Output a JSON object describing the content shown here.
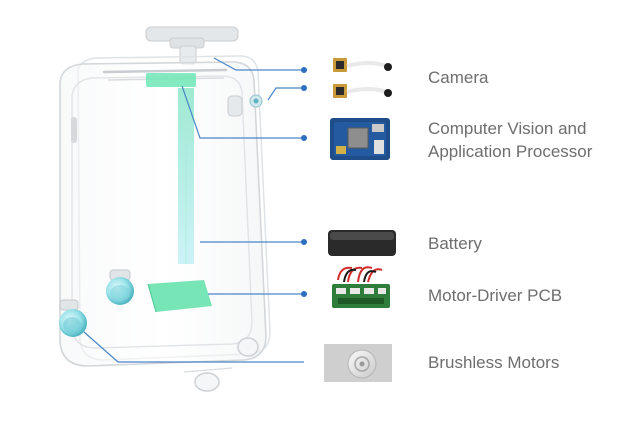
{
  "components": [
    {
      "id": "camera",
      "label": "Camera",
      "icon": "camera-module-icon"
    },
    {
      "id": "processor",
      "label_lines": [
        "Computer Vision and",
        "Application Processor"
      ],
      "icon": "processor-board-icon"
    },
    {
      "id": "battery",
      "label": "Battery",
      "icon": "battery-icon"
    },
    {
      "id": "motor-driver",
      "label": "Motor-Driver PCB",
      "icon": "motor-driver-pcb-icon"
    },
    {
      "id": "motors",
      "label": "Brushless Motors",
      "icon": "brushless-motor-icon"
    }
  ],
  "colors": {
    "callout_line": "#4a86c8",
    "callout_dot": "#2f6fc0",
    "label_text": "#6e6e6e",
    "accent_green": "#5fe0a8",
    "accent_cyan": "#8fe6ee",
    "frame": "#d6d9dc"
  }
}
